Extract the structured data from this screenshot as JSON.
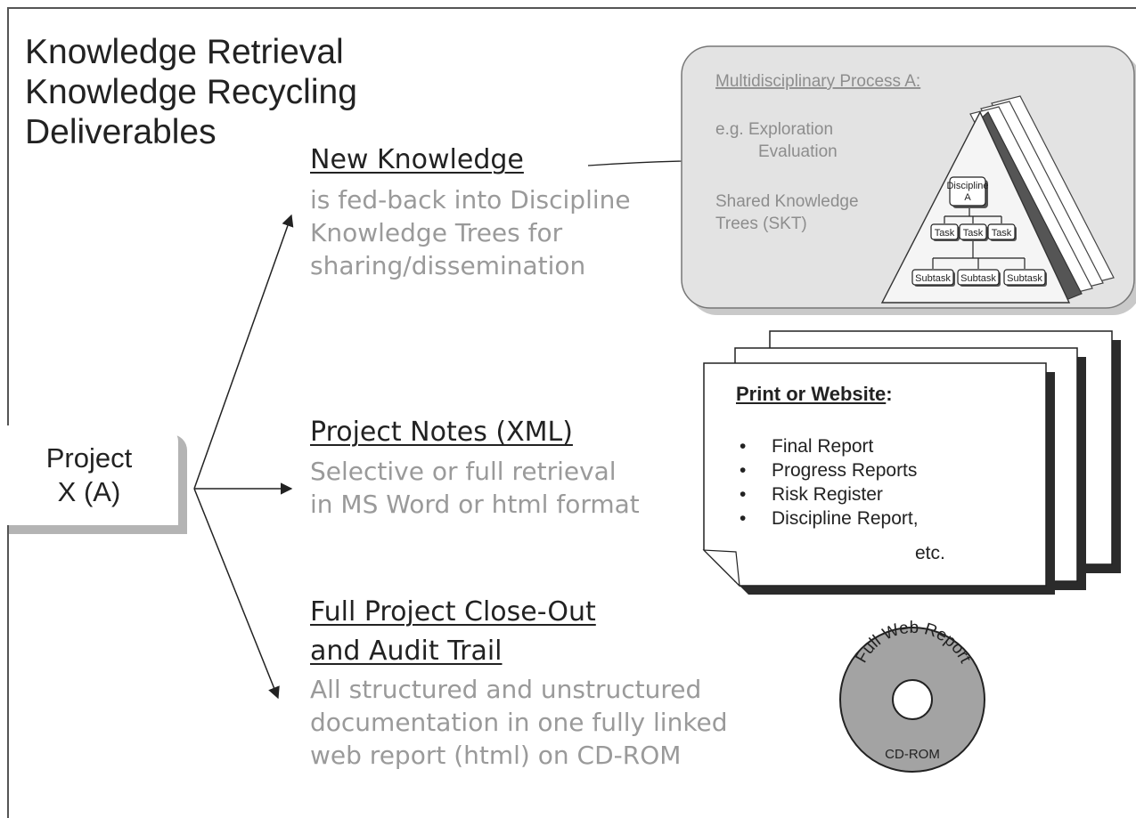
{
  "title": {
    "line1": "Knowledge Retrieval",
    "line2": "Knowledge Recycling",
    "line3": "Deliverables"
  },
  "project": {
    "line1": "Project",
    "line2": "X (A)"
  },
  "branches": [
    {
      "heading": "New Knowledge",
      "desc": [
        "is fed-back into Discipline",
        "Knowledge Trees for",
        "sharing/dissemination"
      ]
    },
    {
      "heading": "Project Notes (XML)",
      "desc": [
        "Selective or full retrieval",
        "in MS Word or html format"
      ]
    },
    {
      "heading_lines": [
        "Full Project Close-Out",
        "and Audit Trail"
      ],
      "desc": [
        "All structured and unstructured",
        "documentation in one fully linked",
        "web report (html) on CD-ROM"
      ]
    }
  ],
  "skt_panel": {
    "heading": "Multidisciplinary Process A:",
    "example_line1": "e.g. Exploration",
    "example_line2": "Evaluation",
    "skt_line1": "Shared Knowledge",
    "skt_line2": "Trees (SKT)",
    "root_line1": "Discipline",
    "root_line2": "A",
    "tasks": [
      "Task",
      "Task",
      "Task"
    ],
    "subtasks": [
      "Subtask",
      "Subtask",
      "Subtask"
    ]
  },
  "report": {
    "title_main": "Print or Website",
    "title_suffix": ":",
    "items": [
      "Final Report",
      "Progress Reports",
      "Risk Register",
      "Discipline Report,"
    ],
    "etc": "etc."
  },
  "cd": {
    "arc_text": "Full Web Report",
    "label": "CD-ROM"
  },
  "colors": {
    "heading": "#222222",
    "description": "#9a9a9a",
    "panel_fill": "#e3e3e3",
    "shadow": "#b4b4b4"
  }
}
